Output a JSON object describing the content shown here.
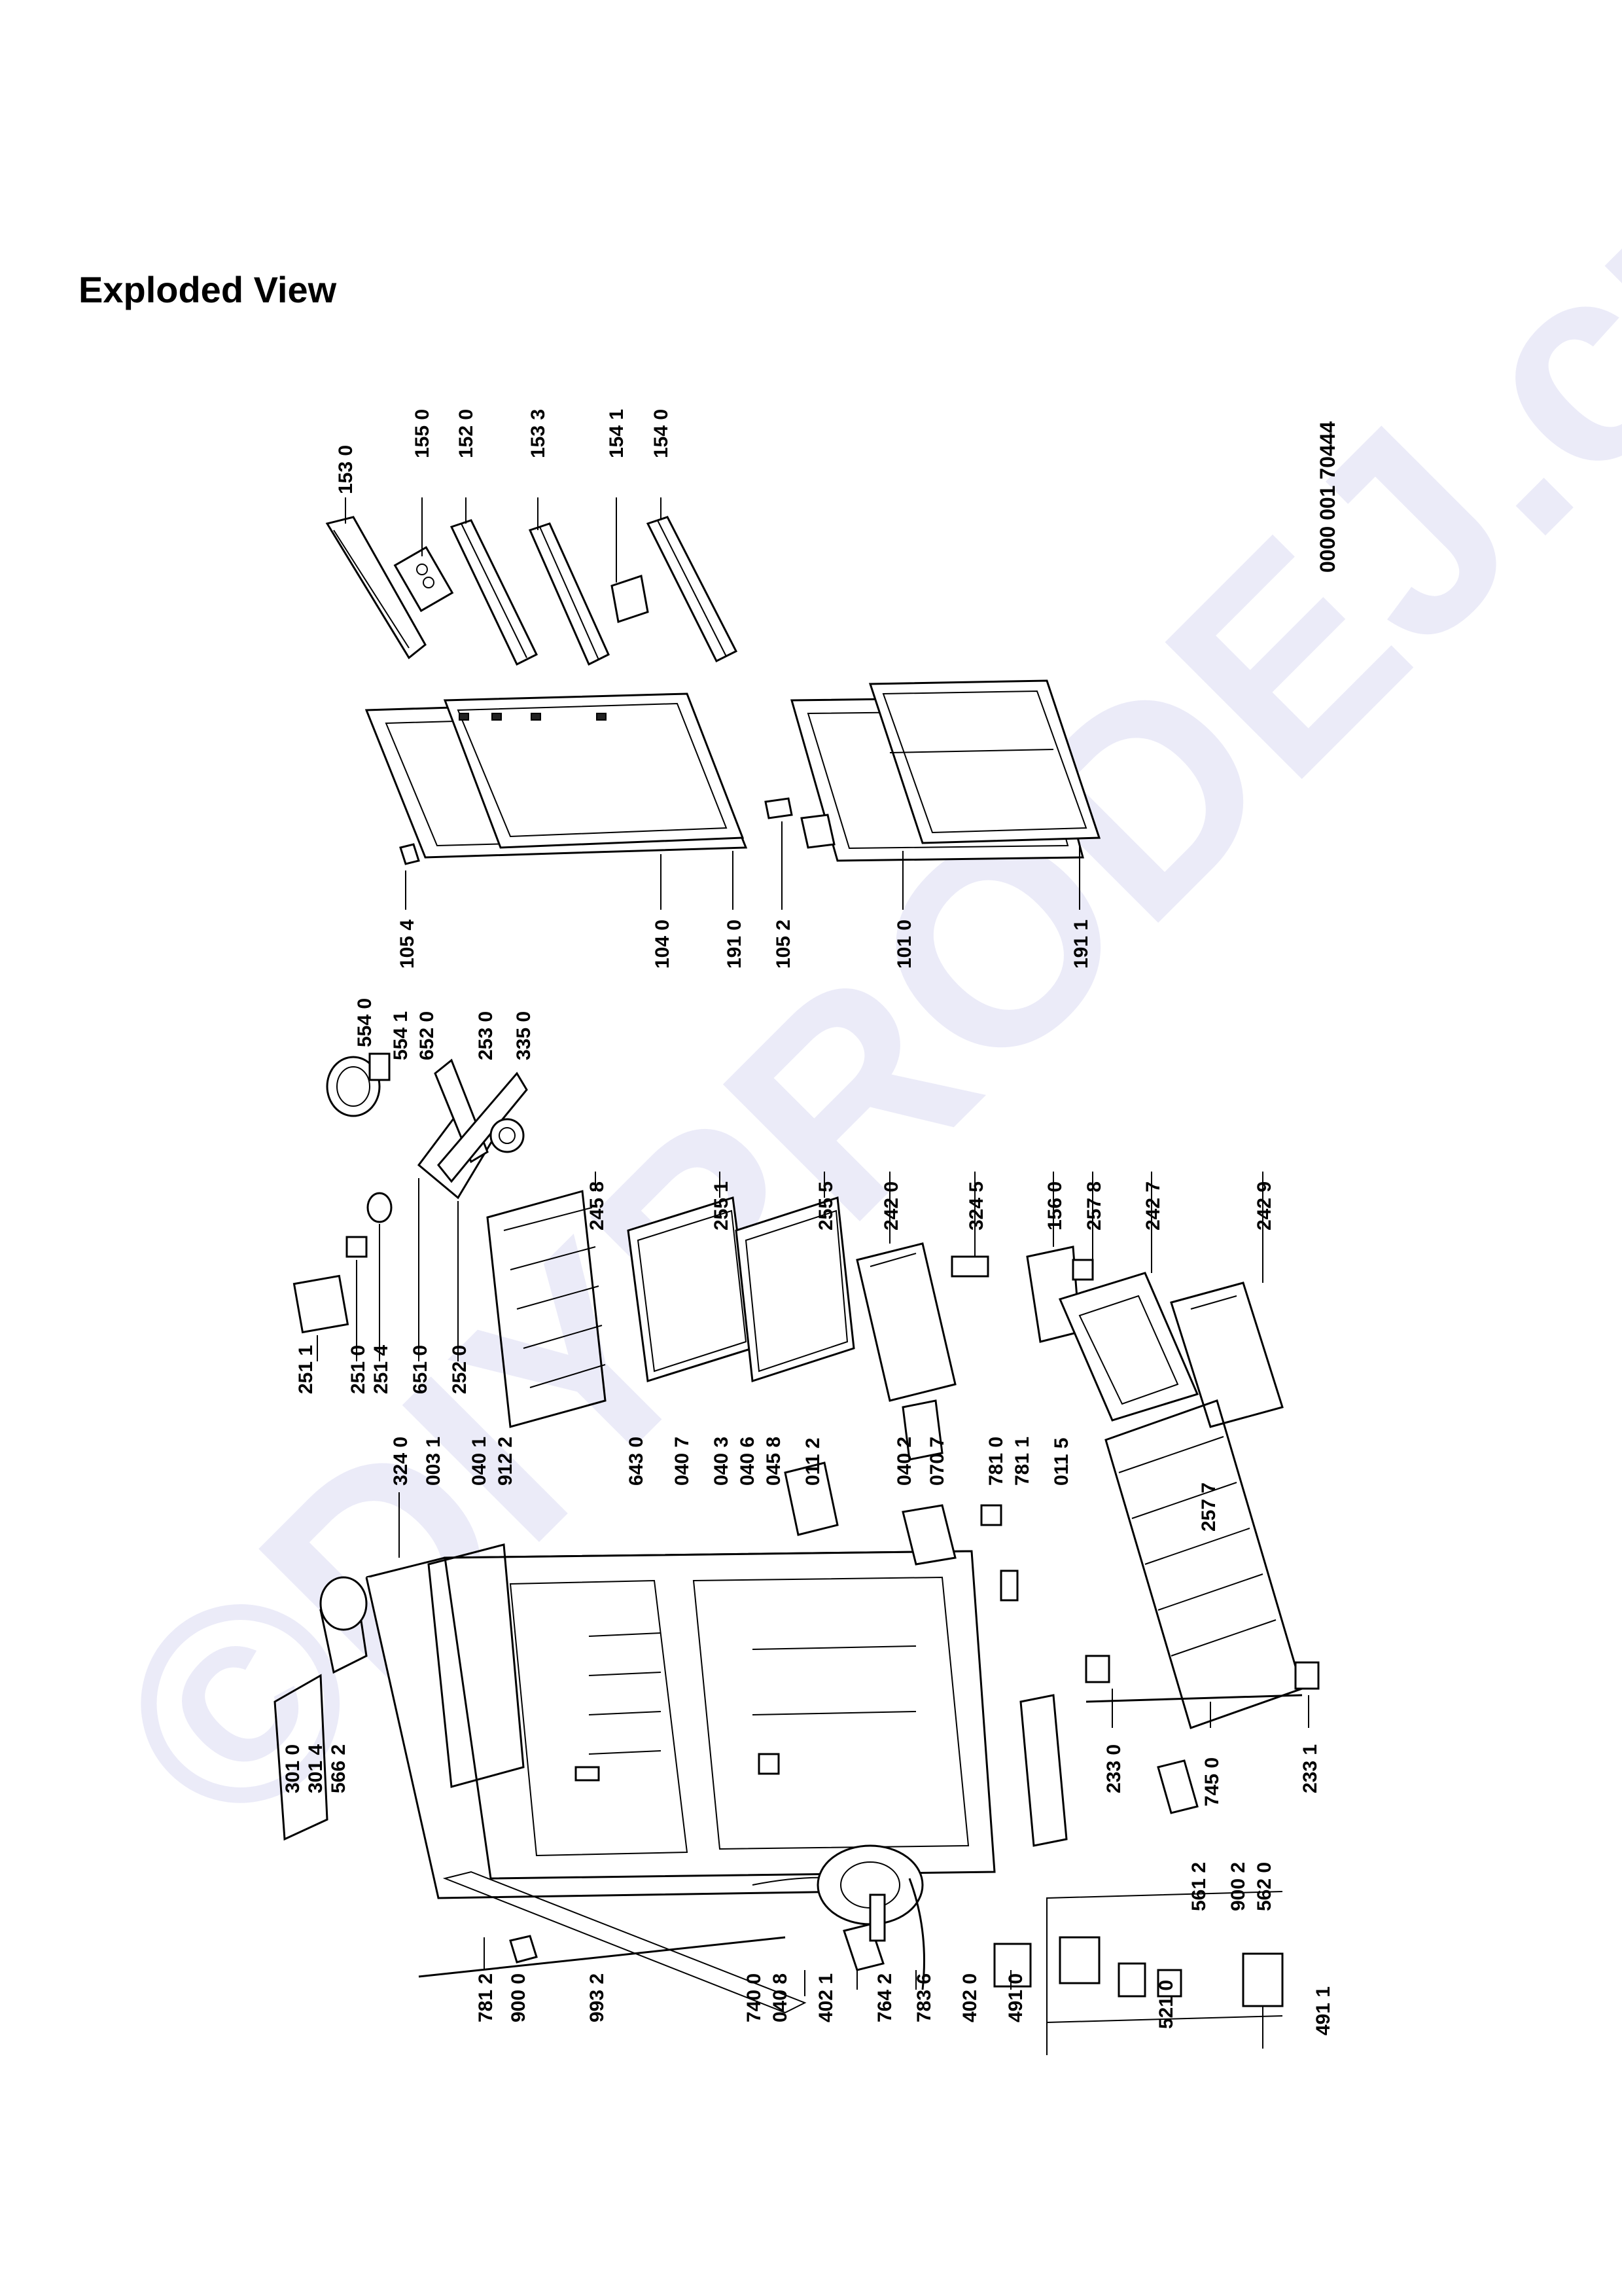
{
  "title": "Exploded View",
  "drawing_code": "0000 001 70444",
  "watermark": "©DIYPRODEJ.cz",
  "part_labels": [
    "153 0",
    "155 0",
    "152 0",
    "153 3",
    "154 1",
    "154 0",
    "105 4",
    "104 0",
    "191 0",
    "105 2",
    "101 0",
    "191 1",
    "554 0",
    "554 1",
    "652 0",
    "253 0",
    "335 0",
    "251 1",
    "251 0",
    "251 4",
    "651 0",
    "252 0",
    "245 8",
    "255 1",
    "255 5",
    "242 0",
    "324 5",
    "156 0",
    "257 8",
    "242 7",
    "242 9",
    "324 0",
    "003 1",
    "040 1",
    "912 2",
    "643 0",
    "040 7",
    "040 3",
    "040 6",
    "045 8",
    "011 2",
    "040 2",
    "070 7",
    "781 0",
    "781 1",
    "011 5",
    "257 7",
    "301 0",
    "301 4",
    "566 2",
    "233 0",
    "745 0",
    "233 1",
    "781 2",
    "900 0",
    "993 2",
    "740 0",
    "040 8",
    "402 1",
    "764 2",
    "783 6",
    "402 0",
    "491 0",
    "521 0",
    "561 2",
    "900 2",
    "562 0",
    "491 1"
  ]
}
